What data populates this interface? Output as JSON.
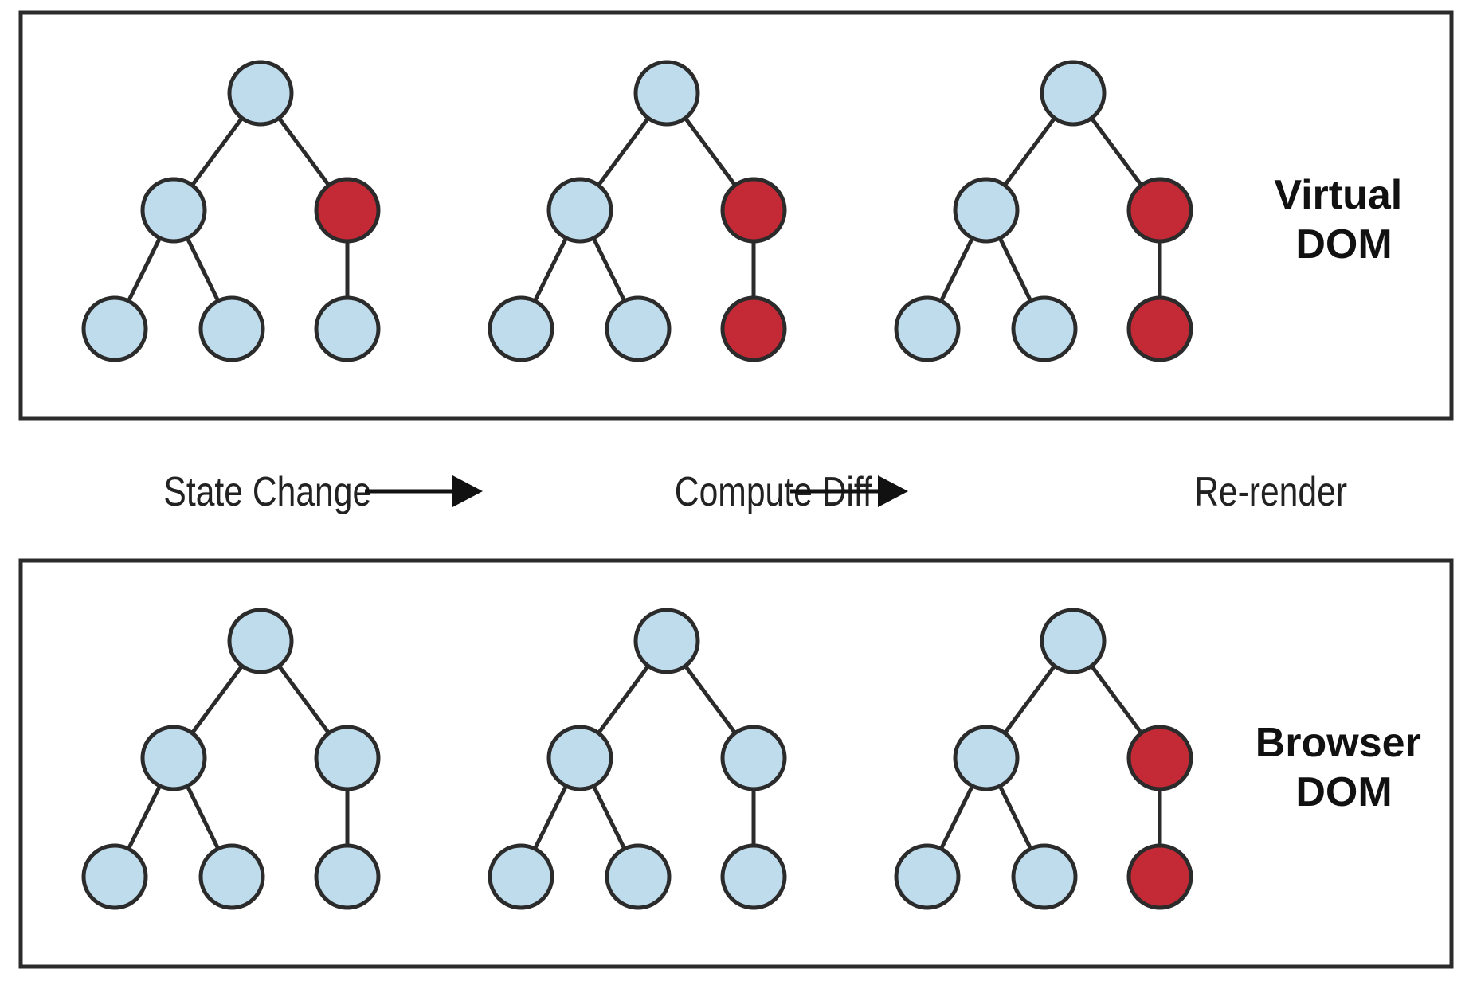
{
  "colors": {
    "node_default": "#bfdcec",
    "node_changed": "#c42a36",
    "stroke": "#2b2b2b",
    "arrow": "#111111"
  },
  "flow": {
    "steps": [
      {
        "label": "State Change"
      },
      {
        "label": "Compute Diff"
      },
      {
        "label": "Re-render"
      }
    ]
  },
  "panels": [
    {
      "id": "virtual",
      "label_lines": [
        "Virtual",
        "DOM"
      ],
      "trees": [
        {
          "changed": [
            "n2"
          ]
        },
        {
          "changed": [
            "n2",
            "n5"
          ]
        },
        {
          "changed": [
            "n2",
            "n5"
          ]
        }
      ]
    },
    {
      "id": "browser",
      "label_lines": [
        "Browser",
        "DOM"
      ],
      "trees": [
        {
          "changed": []
        },
        {
          "changed": []
        },
        {
          "changed": [
            "n2",
            "n5"
          ]
        }
      ]
    }
  ]
}
